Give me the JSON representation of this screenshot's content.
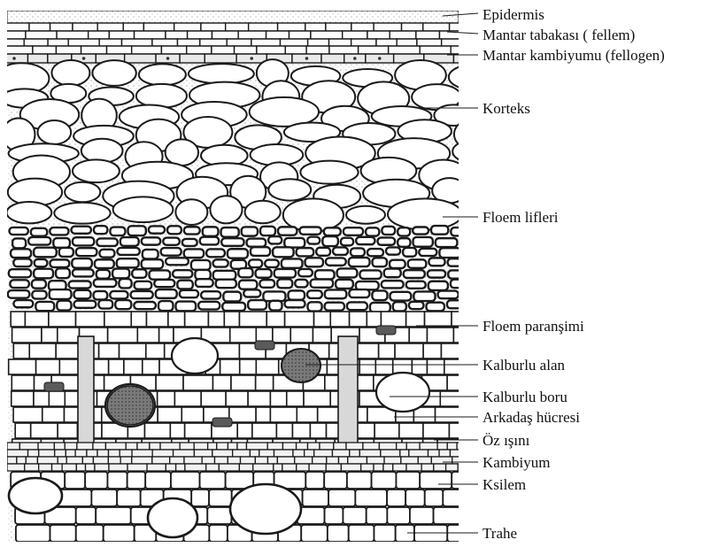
{
  "labels": {
    "epidermis": "Epidermis",
    "fellem": "Mantar tabakası ( fellem)",
    "fellogen": "Mantar kambiyumu (fellogen)",
    "korteks": "Korteks",
    "floem_lifleri": "Floem lifleri",
    "floem_paransimi": "Floem paranşimi",
    "kalburlu_alan": "Kalburlu alan",
    "kalburlu_boru": "Kalburlu boru",
    "arkadas_hucresi": "Arkadaş hücresi",
    "oz_isini": "Öz ışını",
    "kambiyum": "Kambiyum",
    "ksilem": "Ksilem",
    "trahe": "Trahe"
  }
}
